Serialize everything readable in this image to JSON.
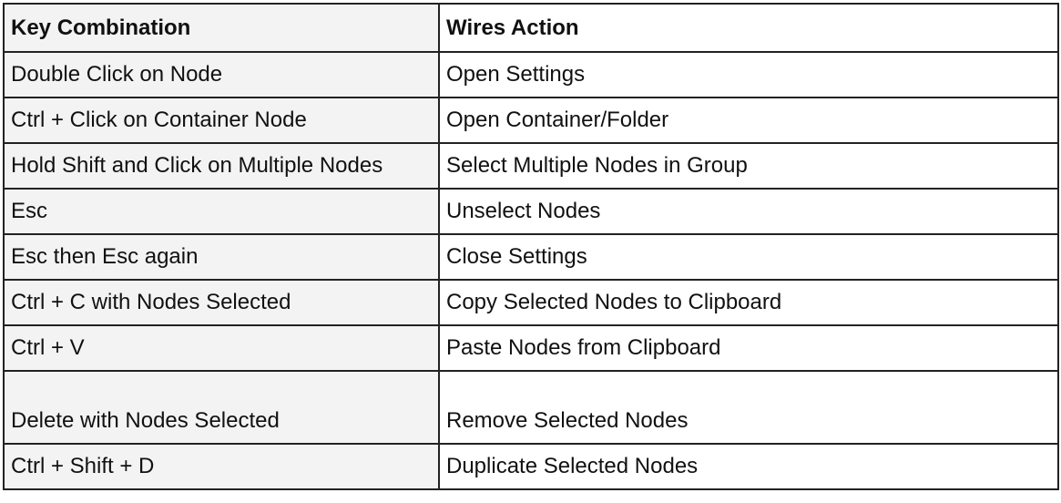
{
  "table": {
    "headers": [
      "Key Combination",
      "Wires Action"
    ],
    "rows": [
      {
        "key": "Double Click on Node",
        "action": "Open Settings"
      },
      {
        "key": "Ctrl + Click on Container Node",
        "action": "Open Container/Folder"
      },
      {
        "key": "Hold Shift and Click on Multiple Nodes",
        "action": "Select Multiple Nodes in Group"
      },
      {
        "key": "Esc",
        "action": "Unselect Nodes"
      },
      {
        "key": "Esc then Esc again",
        "action": "Close Settings"
      },
      {
        "key": "Ctrl + C with Nodes Selected",
        "action": "Copy Selected Nodes to Clipboard"
      },
      {
        "key": "Ctrl + V",
        "action": "Paste Nodes from Clipboard"
      },
      {
        "key": "Delete with Nodes Selected",
        "action": "Remove Selected Nodes"
      },
      {
        "key": "Ctrl + Shift + D",
        "action": "Duplicate Selected Nodes"
      }
    ]
  }
}
